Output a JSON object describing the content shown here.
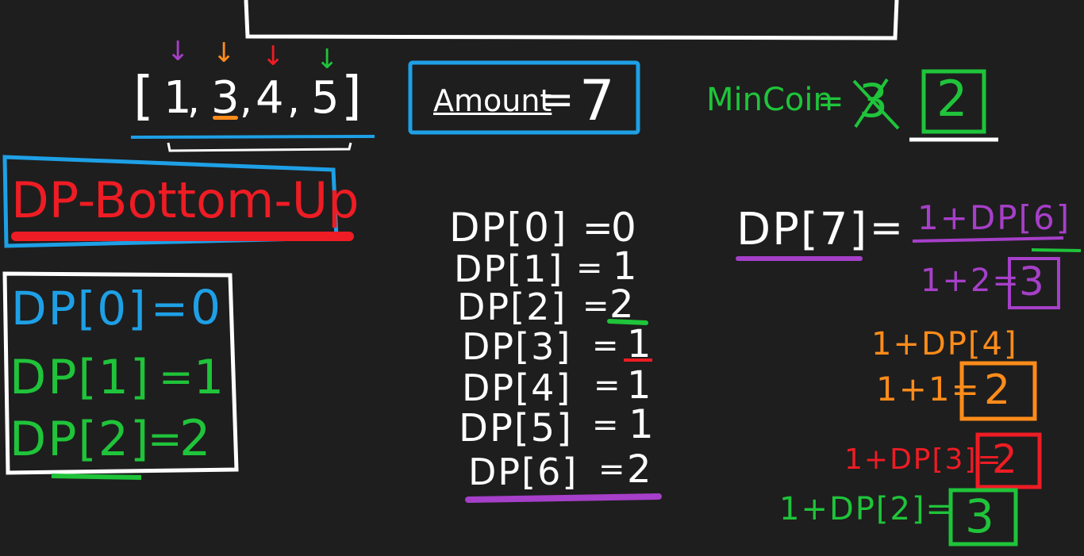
{
  "colors": {
    "background": "#1e1e1e",
    "white": "#ffffff",
    "blue": "#1ea0e6",
    "red": "#ee1c24",
    "green": "#1fc43a",
    "orange": "#ff8c1a",
    "purple": "#a63fc9"
  },
  "coins": {
    "open": "[",
    "items": [
      "1",
      "3",
      "4",
      "5"
    ],
    "sep": ",",
    "close": "]"
  },
  "amount": {
    "label": "Amount",
    "eq": "=",
    "value": "7"
  },
  "min_coin": {
    "label": "MinCoin",
    "eq": "=",
    "crossed": "3",
    "answer": "2"
  },
  "method_title": "DP-Bottom-Up",
  "base_cases": [
    {
      "lhs": "DP[0]",
      "eq": "=",
      "rhs": "0"
    },
    {
      "lhs": "DP[1]",
      "eq": "=",
      "rhs": "1"
    },
    {
      "lhs": "DP[2]",
      "eq": "=",
      "rhs": "2"
    }
  ],
  "dp_table": [
    {
      "lhs": "DP[0]",
      "eq": "=",
      "rhs": "0"
    },
    {
      "lhs": "DP[1]",
      "eq": "=",
      "rhs": "1"
    },
    {
      "lhs": "DP[2]",
      "eq": "=",
      "rhs": "2"
    },
    {
      "lhs": "DP[3]",
      "eq": "=",
      "rhs": "1"
    },
    {
      "lhs": "DP[4]",
      "eq": "=",
      "rhs": "1"
    },
    {
      "lhs": "DP[5]",
      "eq": "=",
      "rhs": "1"
    },
    {
      "lhs": "DP[6]",
      "eq": "=",
      "rhs": "2"
    }
  ],
  "dp7": {
    "lhs": "DP[7]",
    "eq": "=",
    "options": [
      {
        "expr": "1+DP[6]",
        "calc": "1+2=",
        "result": "3"
      },
      {
        "expr": "1+DP[4]",
        "calc": "1+1=",
        "result": "2"
      },
      {
        "expr": "1+DP[3]=",
        "calc": "",
        "result": "2"
      },
      {
        "expr": "1+DP[2]=",
        "calc": "",
        "result": "3"
      }
    ]
  },
  "arrows": {
    "glyph": "↓"
  }
}
